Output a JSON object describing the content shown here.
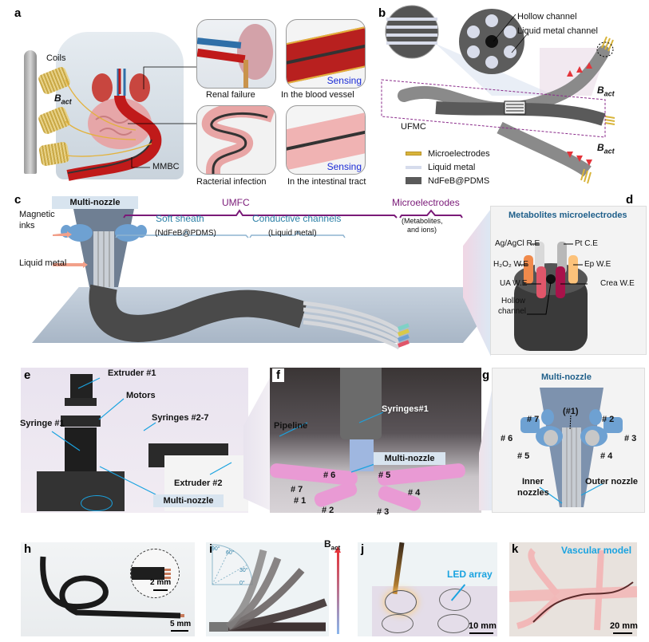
{
  "panels": {
    "a": {
      "label": "a",
      "coils": "Coils",
      "bact": "B",
      "bact_sub": "act",
      "mmbc": "MMBC",
      "insets": [
        {
          "caption": "Renal failure"
        },
        {
          "caption": "In the blood vessel",
          "tag": "Sensing"
        },
        {
          "caption": "Racterial infection"
        },
        {
          "caption": "In the intestinal tract",
          "tag": "Sensing"
        }
      ]
    },
    "b": {
      "label": "b",
      "hollow_channel": "Hollow channel",
      "liquid_metal_channel": "Liquid metal channel",
      "ufmc": "UFMC",
      "bact": "B",
      "bact_sub": "act",
      "legend": [
        {
          "label": "Microelectrodes",
          "color": "#d8b43a"
        },
        {
          "label": "Liquid metal",
          "color": "#d6dcec"
        },
        {
          "label": "NdFeB@PDMS",
          "color": "#5a5a5a"
        }
      ]
    },
    "c": {
      "label": "c",
      "multi_nozzle": "Multi-nozzle",
      "magnetic_inks": "Magnetic\ninks",
      "magnetic_inks_l1": "Magnetic",
      "magnetic_inks_l2": "inks",
      "liquid_metal": "Liquid metal",
      "umfc": "UMFC",
      "soft_sheath": "Soft sheath",
      "soft_sheath_sub": "(NdFeB@PDMS)",
      "conductive_channels": "Conductive channels",
      "conductive_channels_sub": "(Liquid metal)",
      "microelectrodes": "Microelectrodes",
      "microelectrodes_sub_l1": "(Metabolites,",
      "microelectrodes_sub_l2": "and ions)"
    },
    "d": {
      "label": "d",
      "title": "Metabolites microelectrodes",
      "electrodes": [
        {
          "label": "Ag/AgCl R.E",
          "color": "#d9d9d9"
        },
        {
          "label": "Pt C.E",
          "color": "#b8b8b8"
        },
        {
          "label": "H₂O₂ W.E",
          "color": "#f08a4b"
        },
        {
          "label": "Ep W.E",
          "color": "#fcc27a"
        },
        {
          "label": "UA W.E",
          "color": "#e0566a"
        },
        {
          "label": "Crea W.E",
          "color": "#a8124a"
        }
      ],
      "hollow_l1": "Hollow",
      "hollow_l2": "channel"
    },
    "e": {
      "label": "e",
      "extruder1": "Extruder #1",
      "motors": "Motors",
      "syringe1": "Syringe #1",
      "syringes27": "Syringes #2-7",
      "extruder2": "Extruder #2",
      "multi_nozzle": "Multi-nozzle"
    },
    "f": {
      "label": "f",
      "pipeline": "Pipeline",
      "syringes1": "Syringes#1",
      "multi_nozzle": "Multi-nozzle",
      "nozzles": [
        "# 7",
        "# 1",
        "# 2",
        "# 6",
        "# 5",
        "# 4",
        "# 3"
      ]
    },
    "g": {
      "label": "g",
      "title": "Multi-nozzle",
      "center": "(#1)",
      "nozzles": [
        "# 7",
        "# 6",
        "# 5",
        "# 2",
        "# 3",
        "# 4"
      ],
      "inner_l1": "Inner",
      "inner_l2": "nozzles",
      "outer": "Outer nozzle"
    },
    "h": {
      "label": "h",
      "scale_inset": "2 mm",
      "scale": "5 mm"
    },
    "i": {
      "label": "i",
      "angles": [
        "90°",
        "60°",
        "30°",
        "0°"
      ],
      "bact": "B",
      "bact_sub": "act"
    },
    "j": {
      "label": "j",
      "led_array": "LED array",
      "scale": "10 mm"
    },
    "k": {
      "label": "k",
      "vascular_model": "Vascular model",
      "scale": "20 mm"
    }
  },
  "colors": {
    "callout_line": "#1aa3e0",
    "umfc_purple": "#7a1a78",
    "sheath_teal": "#2a7ea6",
    "vessel_red": "#c01a1a",
    "nozzle_blue": "#5b9bd5",
    "sensing_blue": "#1a2bd6"
  }
}
